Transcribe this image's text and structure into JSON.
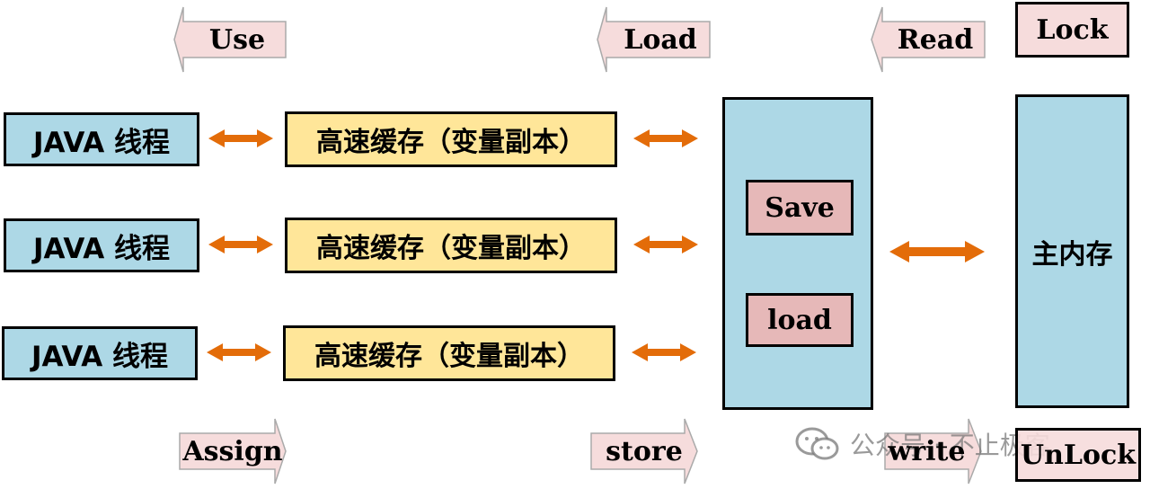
{
  "top_labels": {
    "use": "Use",
    "load": "Load",
    "read": "Read",
    "lock": "Lock"
  },
  "bottom_labels": {
    "assign": "Assign",
    "store": "store",
    "write": "write",
    "unlock": "UnLock"
  },
  "threads": [
    {
      "label": "JAVA 线程"
    },
    {
      "label": "JAVA 线程"
    },
    {
      "label": "JAVA 线程"
    }
  ],
  "caches": [
    {
      "label": "高速缓存（变量副本）"
    },
    {
      "label": "高速缓存（变量副本）"
    },
    {
      "label": "高速缓存（变量副本）"
    }
  ],
  "bus": {
    "save": "Save",
    "load": "load"
  },
  "main_memory": "主内存",
  "watermark": "公众号 · 不止极客",
  "colors": {
    "thread_fill": "#add8e6",
    "cache_fill": "#ffe699",
    "arrow_orange": "#e36c09",
    "label_arrow_fill": "#f6dcdc",
    "inner_box_fill": "#e6b8b8"
  }
}
